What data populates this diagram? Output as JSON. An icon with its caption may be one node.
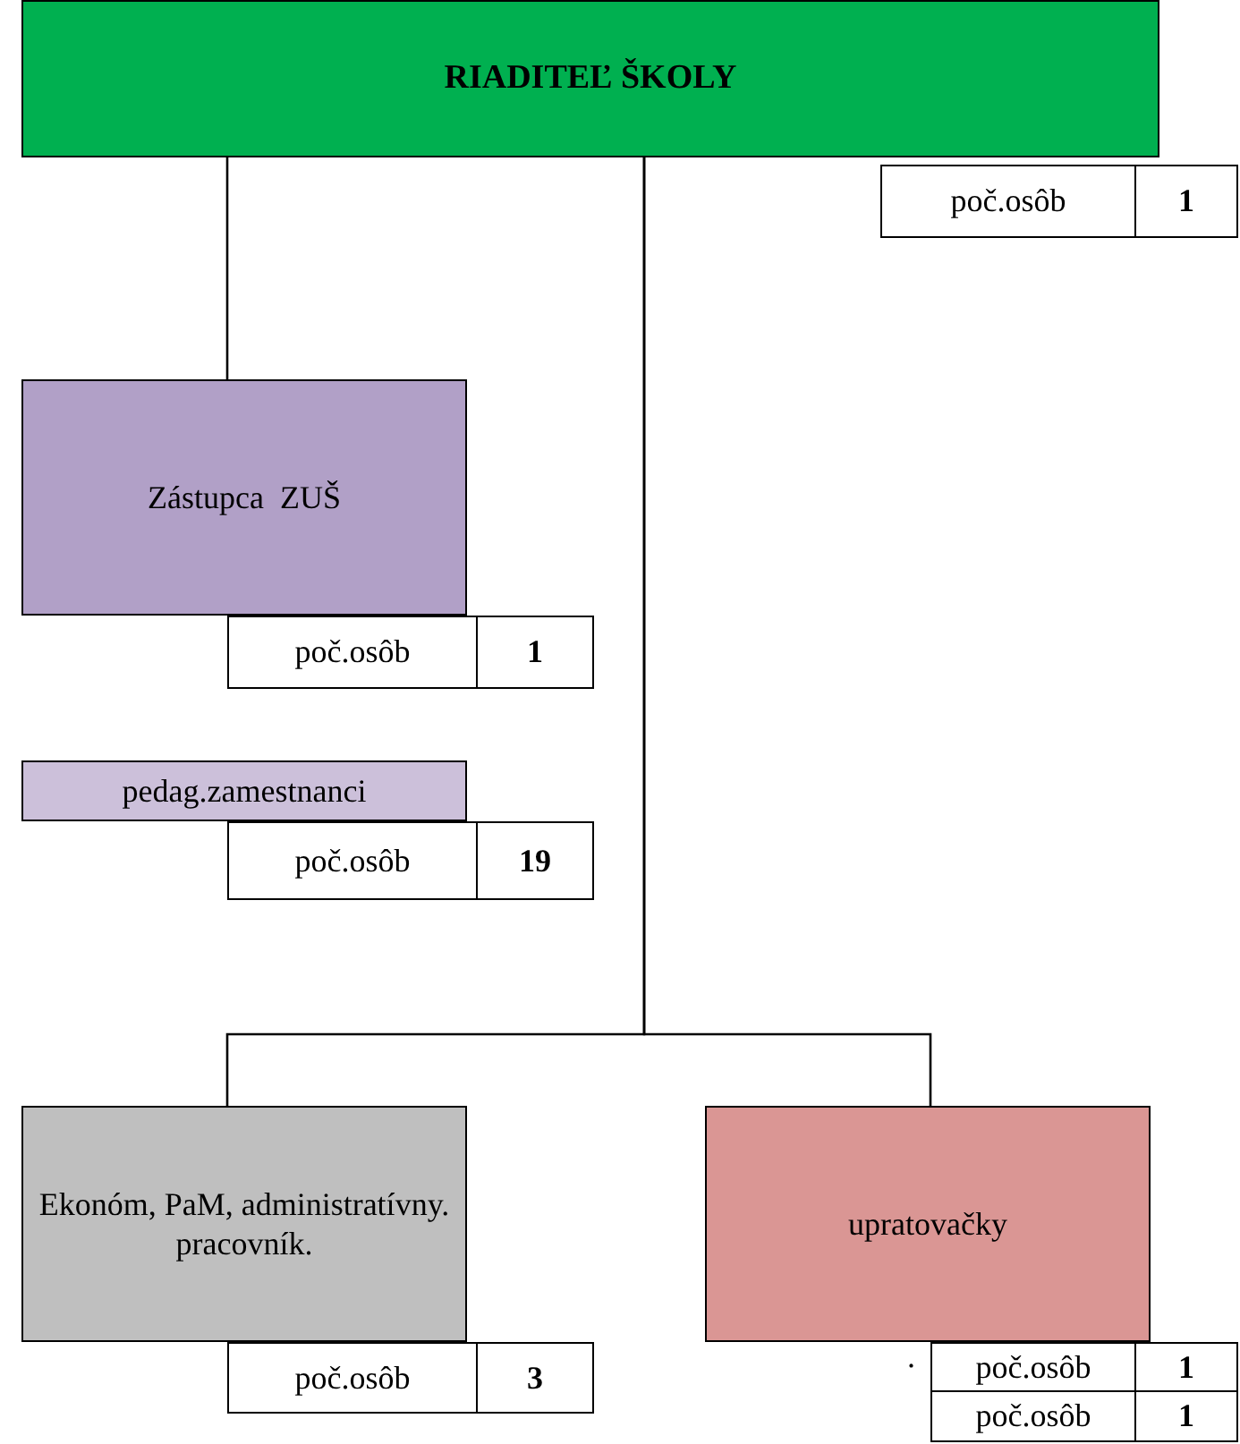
{
  "diagram": {
    "nodes": [
      {
        "text": [
          "RIADITEĽ ŠKOLY"
        ]
      },
      {
        "text": [
          "poč.osôb",
          "1"
        ]
      },
      {
        "text": [
          "Zástupca  ZUŠ"
        ]
      },
      {
        "text": [
          "poč.osôb",
          "1"
        ]
      },
      {
        "text": [
          "pedag.zamestnanci"
        ]
      },
      {
        "text": [
          "poč.osôb",
          "19"
        ]
      },
      {
        "text": [
          "Ekonóm, PaM, administratívny. pracovník."
        ]
      },
      {
        "text": [
          "upratovačky"
        ]
      },
      {
        "text": [
          "poč.osôb",
          "3"
        ]
      },
      {
        "text": [
          "poč.osôb",
          "1"
        ]
      },
      {
        "text": [
          "poč.osôb",
          "1"
        ]
      }
    ],
    "edges": [
      {
        "from": 0,
        "to": 2,
        "arrow": "none"
      },
      {
        "from": 0,
        "to": 6,
        "arrow": "none"
      },
      {
        "from": 0,
        "to": 7,
        "arrow": "none"
      }
    ],
    "labels": [
      "."
    ]
  }
}
